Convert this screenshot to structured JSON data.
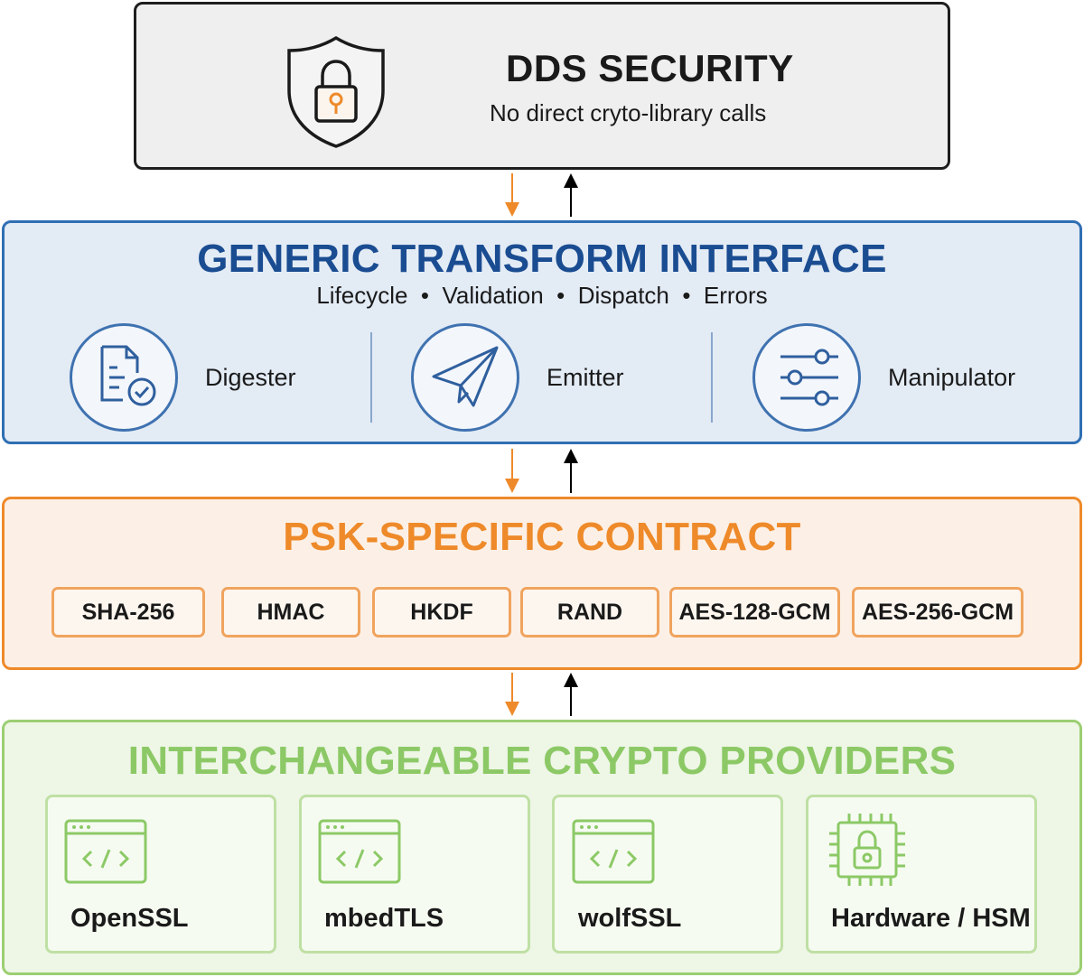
{
  "dds": {
    "title": "DDS SECURITY",
    "subtitle": "No direct cryto-library calls",
    "icon": "shield-lock-icon"
  },
  "generic_interface": {
    "title": "GENERIC TRANSFORM INTERFACE",
    "subtitle": "Lifecycle  •  Validation  •  Dispatch  •  Errors",
    "components": [
      {
        "label": "Digester",
        "icon": "document-check-icon"
      },
      {
        "label": "Emitter",
        "icon": "paper-plane-icon"
      },
      {
        "label": "Manipulator",
        "icon": "sliders-icon"
      }
    ]
  },
  "psk_contract": {
    "title": "PSK-SPECIFIC CONTRACT",
    "algorithms": [
      "SHA-256",
      "HMAC",
      "HKDF",
      "RAND",
      "AES-128-GCM",
      "AES-256-GCM"
    ]
  },
  "crypto_providers": {
    "title": "INTERCHANGEABLE CRYPTO PROVIDERS",
    "providers": [
      {
        "label": "OpenSSL",
        "icon": "code-window-icon"
      },
      {
        "label": "mbedTLS",
        "icon": "code-window-icon"
      },
      {
        "label": "wolfSSL",
        "icon": "code-window-icon"
      },
      {
        "label": "Hardware / HSM",
        "icon": "chip-lock-icon"
      }
    ]
  },
  "colors": {
    "dds_border": "#1e1e1e",
    "interface_blue": "#1a4c91",
    "contract_orange": "#ee8a2a",
    "provider_green": "#8cc966",
    "down_arrow": "#ee8a2a",
    "up_arrow": "#000000"
  }
}
